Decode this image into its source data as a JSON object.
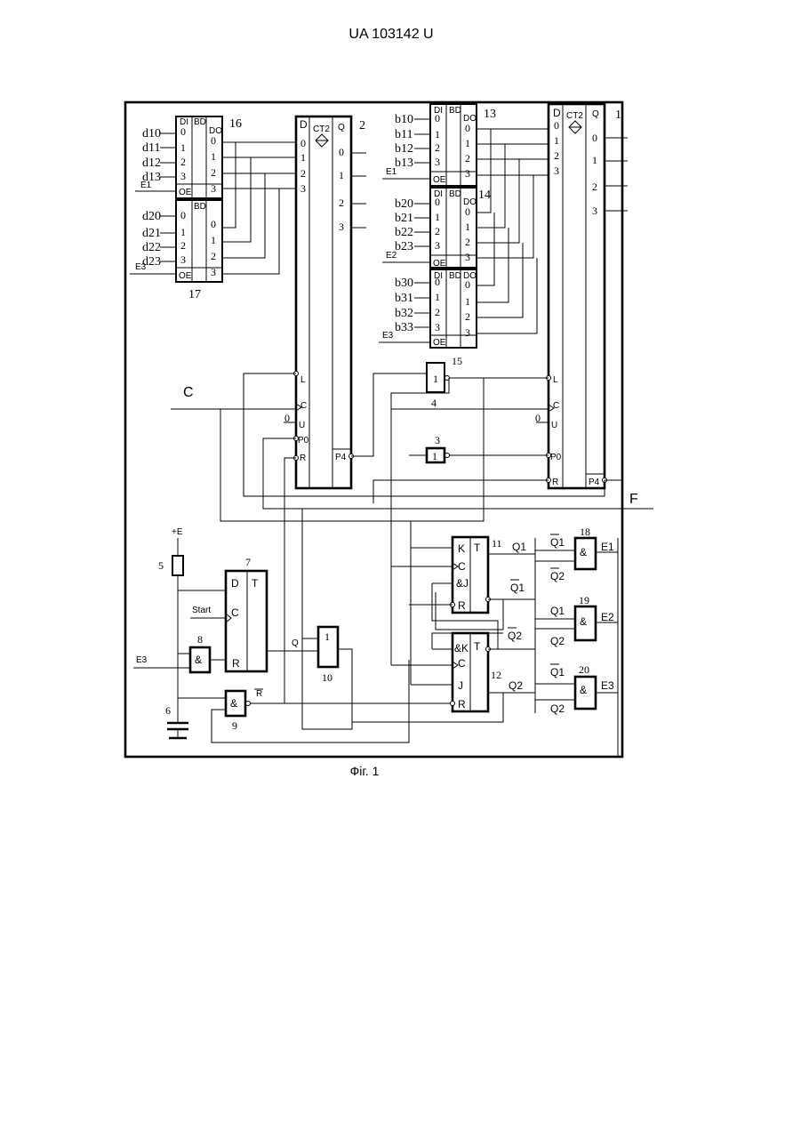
{
  "header": {
    "patent_number": "UA   103142   U"
  },
  "caption": "Фіг. 1",
  "labels": {
    "d_inputs": [
      "d10",
      "d11",
      "d12",
      "d13",
      "d20",
      "d21",
      "d22",
      "d23"
    ],
    "b_inputs": [
      "b10",
      "b11",
      "b12",
      "b13",
      "b20",
      "b21",
      "b22",
      "b23",
      "b30",
      "b31",
      "b32",
      "b33"
    ],
    "enables": [
      "E1",
      "E3",
      "E1",
      "E2",
      "E3"
    ],
    "clock": "C",
    "output_f": "F",
    "start": "Start",
    "power": "+E",
    "q_out": "Q",
    "r_bar": "R",
    "zero": "0",
    "counter": "CT2",
    "q_head": "Q",
    "pins": {
      "d": "D",
      "t": "T",
      "c": "C",
      "r": "R",
      "l": "L",
      "u": "U",
      "k": "K",
      "and_j": "&J",
      "and_k": "&K",
      "j": "J",
      "p_in": "P0",
      "p_out": "P4",
      "di": "DI",
      "bd": "BD",
      "do": "DO",
      "oe": "OE",
      "d0": "0",
      "d1": "1",
      "d2": "2",
      "d3": "3",
      "and_gate": "&",
      "or_gate": "1"
    },
    "flipflop_outputs": [
      "Q1",
      "Q1",
      "Q2",
      "Q2"
    ],
    "gate_inputs": [
      "Q1",
      "Q2",
      "Q1",
      "Q2",
      "Q1",
      "Q2"
    ],
    "gate_outputs": [
      "E1",
      "E2",
      "E3"
    ]
  },
  "block_numbers": {
    "b1": "1",
    "b2": "2",
    "b3": "3",
    "b4": "4",
    "b5": "5",
    "b6": "6",
    "b7": "7",
    "b8": "8",
    "b9": "9",
    "b10": "10",
    "b11": "11",
    "b12": "12",
    "b13": "13",
    "b14": "14",
    "b15": "15",
    "b16": "16",
    "b17": "17",
    "b18": "18",
    "b19": "19",
    "b20": "20"
  }
}
